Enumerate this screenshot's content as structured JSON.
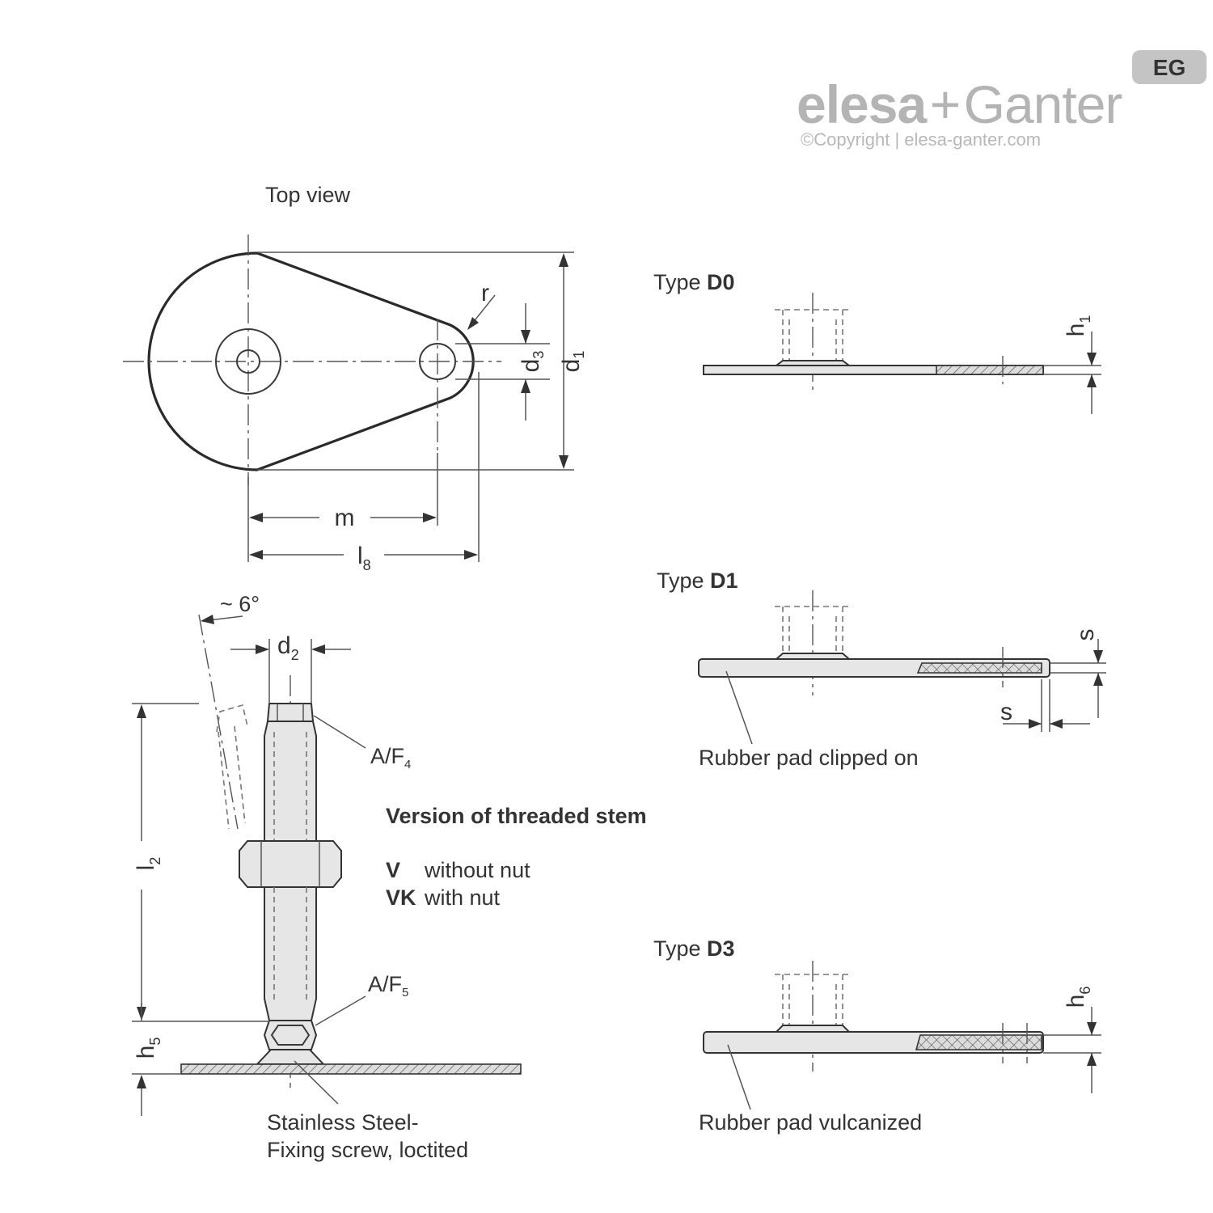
{
  "logo": {
    "brand_left": "elesa",
    "plus": "+",
    "brand_right": "Ganter",
    "copyright": "©Copyright | elesa-ganter.com",
    "badge": "EG",
    "color": "#b4b4b4"
  },
  "top_view": {
    "title": "Top view",
    "dims": {
      "r": "r",
      "d3": "d",
      "d3_sub": "3",
      "d1": "d",
      "d1_sub": "1",
      "m": "m",
      "l8": "l",
      "l8_sub": "8"
    }
  },
  "side_view": {
    "angle": "~ 6°",
    "d2": "d",
    "d2_sub": "2",
    "l2": "l",
    "l2_sub": "2",
    "h5": "h",
    "h5_sub": "5",
    "af4": "A/F",
    "af4_sub": "4",
    "af5": "A/F",
    "af5_sub": "5",
    "screw_line1": "Stainless Steel-",
    "screw_line2": "Fixing screw, loctited"
  },
  "stem_versions": {
    "heading": "Version of threaded stem",
    "items": [
      {
        "code": "V",
        "desc": "without nut"
      },
      {
        "code": "VK",
        "desc": "with nut"
      }
    ]
  },
  "types": {
    "d0": {
      "prefix": "Type ",
      "code": "D0",
      "dim": "h",
      "dim_sub": "1"
    },
    "d1": {
      "prefix": "Type ",
      "code": "D1",
      "dim_s_top": "s",
      "dim_s_bottom": "s",
      "caption": "Rubber pad clipped on"
    },
    "d3": {
      "prefix": "Type ",
      "code": "D3",
      "dim": "h",
      "dim_sub": "6",
      "caption": "Rubber pad vulcanized"
    }
  }
}
